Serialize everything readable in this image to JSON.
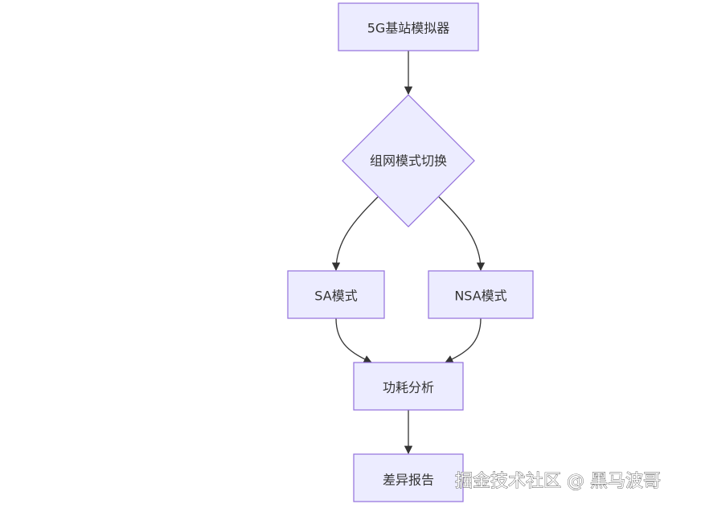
{
  "diagram": {
    "nodes": {
      "simulator": {
        "label": "5G基站模拟器",
        "shape": "rect"
      },
      "mode_switch": {
        "label": "组网模式切换",
        "shape": "diamond"
      },
      "sa_mode": {
        "label": "SA模式",
        "shape": "rect"
      },
      "nsa_mode": {
        "label": "NSA模式",
        "shape": "rect"
      },
      "power_analysis": {
        "label": "功耗分析",
        "shape": "rect"
      },
      "diff_report": {
        "label": "差异报告",
        "shape": "rect"
      }
    },
    "edges": [
      {
        "from": "simulator",
        "to": "mode_switch"
      },
      {
        "from": "mode_switch",
        "to": "sa_mode"
      },
      {
        "from": "mode_switch",
        "to": "nsa_mode"
      },
      {
        "from": "sa_mode",
        "to": "power_analysis"
      },
      {
        "from": "nsa_mode",
        "to": "power_analysis"
      },
      {
        "from": "power_analysis",
        "to": "diff_report"
      }
    ],
    "colors": {
      "node_fill": "#ECECFF",
      "node_stroke": "#9370DB",
      "edge": "#333333",
      "text": "#333333"
    }
  },
  "watermark": {
    "text": "掘金技术社区 @ 黑马波哥"
  }
}
